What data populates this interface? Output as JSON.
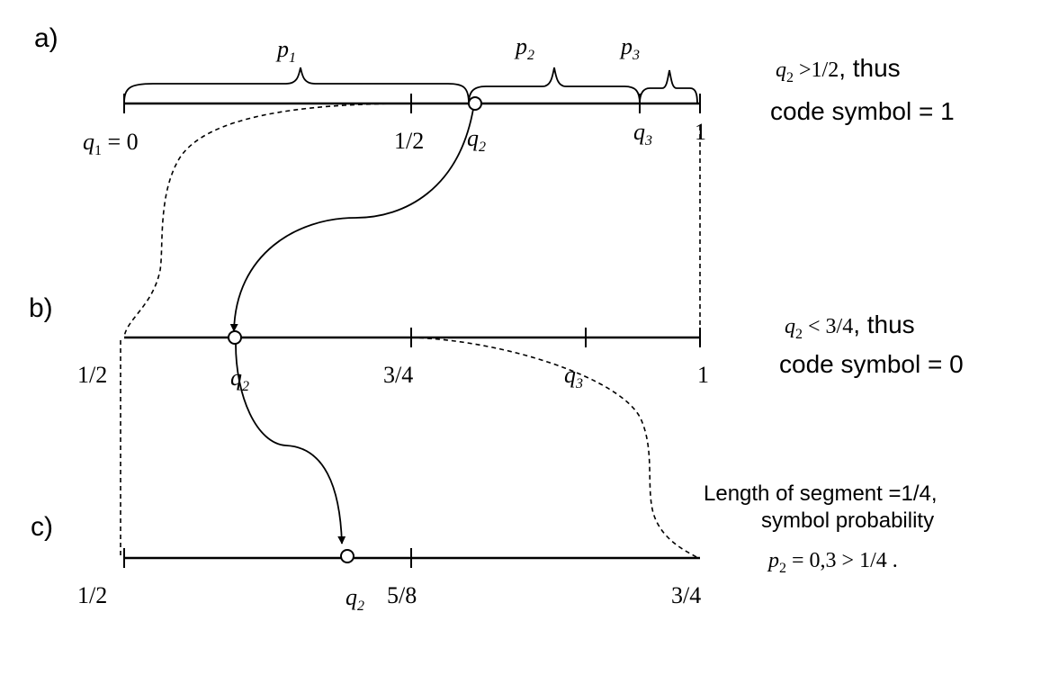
{
  "panels": {
    "a": {
      "label": "a)",
      "segments": [
        {
          "name": "p",
          "sub": "1"
        },
        {
          "name": "p",
          "sub": "2"
        },
        {
          "name": "p",
          "sub": "3"
        }
      ],
      "left_var": "q",
      "left_sub": "1",
      "left_eq": " = 0",
      "half": "1/2",
      "q2": "q",
      "q2_sub": "2",
      "q3": "q",
      "q3_sub": "3",
      "right_end": "1",
      "note_var": "q",
      "note_sub": "2",
      "note_rel": " >1/2",
      "note_tail": ", thus",
      "note_line2": "code symbol = 1"
    },
    "b": {
      "label": "b)",
      "left": "1/2",
      "q2": "q",
      "q2_sub": "2",
      "mid": "3/4",
      "q3": "q",
      "q3_sub": "3",
      "right": "1",
      "note_var": "q",
      "note_sub": "2",
      "note_rel": " < 3/4",
      "note_tail": ", thus",
      "note_line2": "code symbol = 0"
    },
    "c": {
      "label": "c)",
      "left": "1/2",
      "q2": "q",
      "q2_sub": "2",
      "mid": "5/8",
      "right": "3/4",
      "note_line1": "Length of segment =1/4,",
      "note_line2": "symbol probability",
      "note_var": "p",
      "note_sub": "2",
      "note_rel": " = 0,3 > 1/4 ."
    }
  }
}
